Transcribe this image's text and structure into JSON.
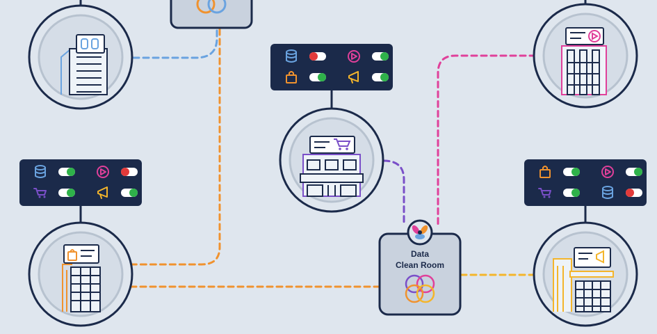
{
  "hub": {
    "title_line1": "Data",
    "title_line2": "Clean Room"
  },
  "colors": {
    "background": "#dfe6ee",
    "navy": "#1b2a4a",
    "blue": "#6aa3e0",
    "orange": "#f0922e",
    "magenta": "#e0409a",
    "purple": "#7a4fc8",
    "yellow": "#f4b52b",
    "green": "#2fb24a",
    "red": "#e23a3a"
  },
  "toggle_panels": [
    {
      "position": "top-center",
      "toggles": [
        {
          "icon": "database-icon",
          "state": "off"
        },
        {
          "icon": "play-icon",
          "state": "on"
        },
        {
          "icon": "shopping-bag-icon",
          "state": "on"
        },
        {
          "icon": "megaphone-icon",
          "state": "on"
        }
      ]
    },
    {
      "position": "left",
      "toggles": [
        {
          "icon": "database-icon",
          "state": "on"
        },
        {
          "icon": "play-icon",
          "state": "off"
        },
        {
          "icon": "cart-icon",
          "state": "on"
        },
        {
          "icon": "megaphone-icon",
          "state": "on"
        }
      ]
    },
    {
      "position": "right",
      "toggles": [
        {
          "icon": "shopping-bag-icon",
          "state": "on"
        },
        {
          "icon": "play-icon",
          "state": "on"
        },
        {
          "icon": "cart-icon",
          "state": "on"
        },
        {
          "icon": "database-icon",
          "state": "off"
        }
      ]
    }
  ],
  "nodes": [
    {
      "name": "data-provider-building",
      "color": "blue"
    },
    {
      "name": "retail-store",
      "color": "purple"
    },
    {
      "name": "media-publisher-building",
      "color": "magenta"
    },
    {
      "name": "ecommerce-building",
      "color": "orange"
    },
    {
      "name": "advertiser-building",
      "color": "yellow"
    },
    {
      "name": "top-partner-node",
      "color": "orange"
    }
  ]
}
